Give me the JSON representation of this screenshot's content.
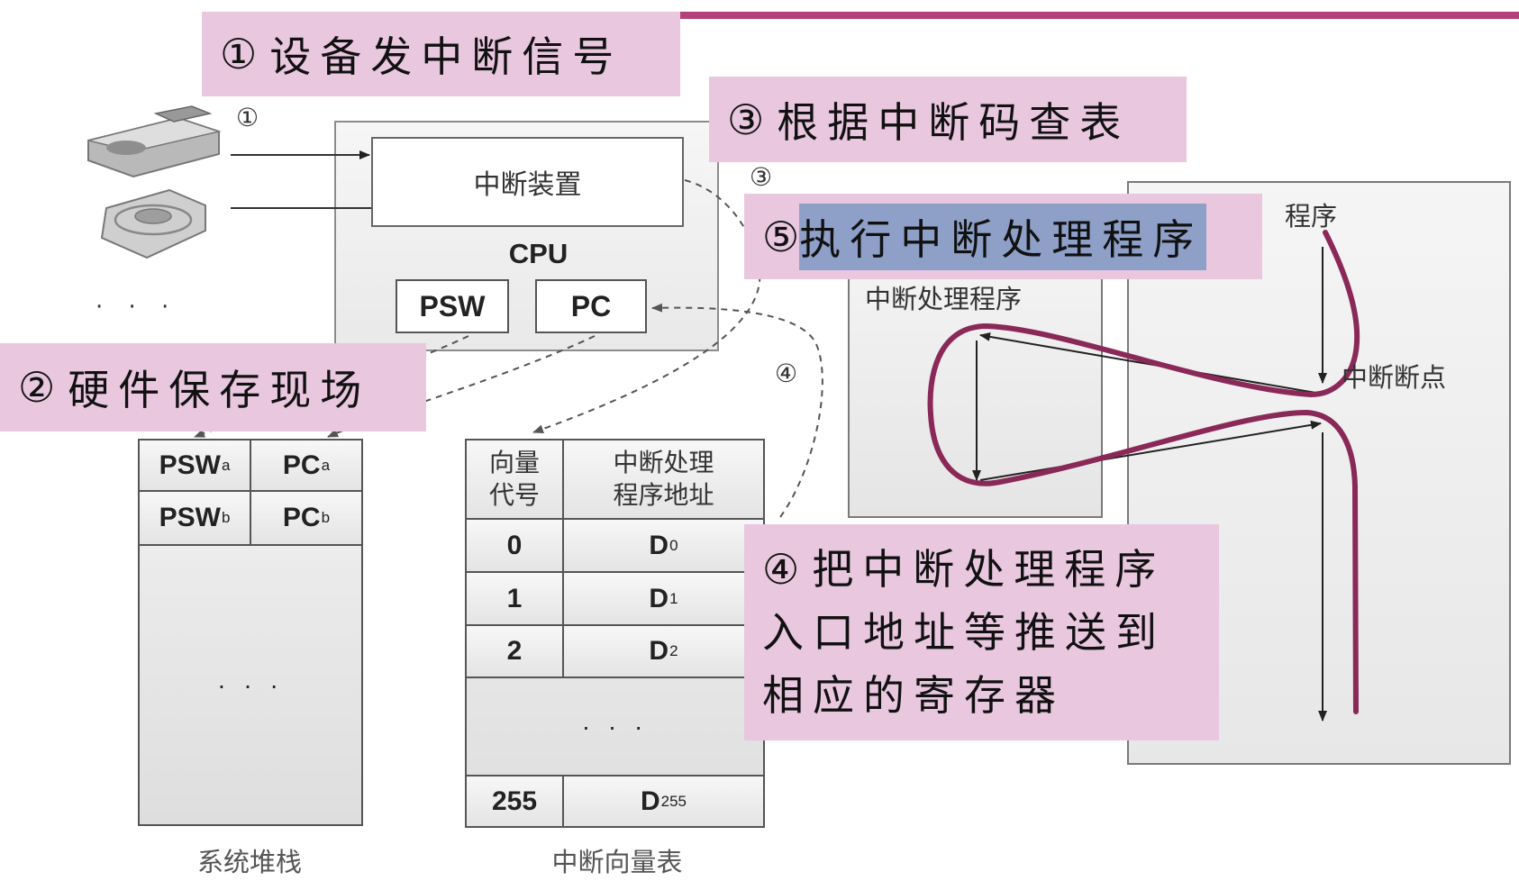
{
  "colors": {
    "callout_bg": "#e8c7df",
    "highlight": "#8ea0c8",
    "accent_rule": "#b3407a",
    "flow_curve": "#8a2858"
  },
  "callouts": {
    "step1": {
      "number": "①",
      "text": "设备发中断信号"
    },
    "step2": {
      "number": "②",
      "text": "硬件保存现场"
    },
    "step3": {
      "number": "③",
      "text": "根据中断码查表"
    },
    "step4": {
      "number": "④",
      "lines": [
        "把中断处理程序",
        "入口地址等推送到",
        "相应的寄存器"
      ]
    },
    "step5": {
      "number": "⑤",
      "text": "执行中断处理程序"
    }
  },
  "devices": {
    "marker": "①",
    "ellipsis": "· · ·",
    "icons": [
      "disk-drive-icon",
      "disk-icon"
    ]
  },
  "cpu": {
    "title": "CPU",
    "interrupt_unit": "中断装置",
    "registers": [
      "PSW",
      "PC"
    ]
  },
  "markers": {
    "lookup": "③",
    "load": "④"
  },
  "system_stack": {
    "caption": "系统堆栈",
    "rows": [
      [
        {
          "name": "PSW",
          "sub": "a"
        },
        {
          "name": "PC",
          "sub": "a"
        }
      ],
      [
        {
          "name": "PSW",
          "sub": "b"
        },
        {
          "name": "PC",
          "sub": "b"
        }
      ]
    ],
    "ellipsis": "· · ·"
  },
  "vector_table": {
    "caption": "中断向量表",
    "headers": [
      [
        "向量",
        "代号"
      ],
      [
        "中断处理",
        "程序地址"
      ]
    ],
    "rows": [
      {
        "code": "0",
        "addr": "D",
        "sub": "0"
      },
      {
        "code": "1",
        "addr": "D",
        "sub": "1"
      },
      {
        "code": "2",
        "addr": "D",
        "sub": "2"
      },
      {
        "code": "255",
        "addr": "D",
        "sub": "255"
      }
    ],
    "ellipsis": "· · ·"
  },
  "program": {
    "label": "程序",
    "breakpoint": "中断断点",
    "handler_label": "中断处理程序"
  }
}
